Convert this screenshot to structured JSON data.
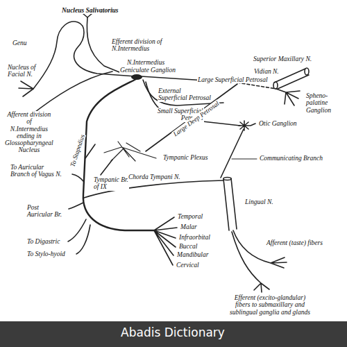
{
  "diagram": {
    "labels": [
      "Nucleus Salivatorius",
      "Efferent division of N.Intermedius",
      "Genu",
      "N.Intermedius",
      "Geniculate Ganglion",
      "Nucleus of Facial N.",
      "Superior Maxillary N.",
      "Vidian N.",
      "Large Superficial Petrosal",
      "External Superficial Petrosal",
      "Spheno- palatine Ganglion",
      "Small Superficial Petrosal",
      "Large Deep Petrosal",
      "Otic Ganglion",
      "Afferent division of N.Intermedius ending in Glossopharyngeal Nucleus",
      "To Stapedius",
      "Tympanic Plexus",
      "Communicating Branch",
      "To Auricular Branch of Vagus N.",
      "Tympanic Br. of IX",
      "Chorda Tympani N.",
      "Lingual N.",
      "Post Auricular Br.",
      "Temporal",
      "Malar",
      "Infraorbital",
      "Buccal",
      "Mandibular",
      "Cervical",
      "To Digastric",
      "To Stylo-hyoid",
      "Afferent (taste) fibers",
      "Efferent (excito-glandular) fibers to submaxillary and sublingual ganglia and glands",
      "Abadis Dictionary"
    ]
  }
}
